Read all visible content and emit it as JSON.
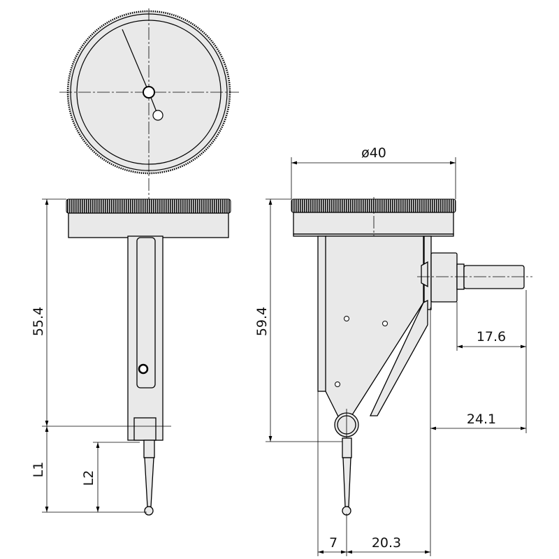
{
  "title": "Dial test indicator dimensional drawing",
  "colors": {
    "fill": "#e9e9e9",
    "line": "#000000"
  },
  "dimensions": {
    "height_front": "55.4",
    "l1": "L1",
    "l2": "L2",
    "diameter": "ø40",
    "height_side": "59.4",
    "stem_length": "17.6",
    "stem_offset": "24.1",
    "contact_offset": "7",
    "contact_to_back": "20.3"
  }
}
